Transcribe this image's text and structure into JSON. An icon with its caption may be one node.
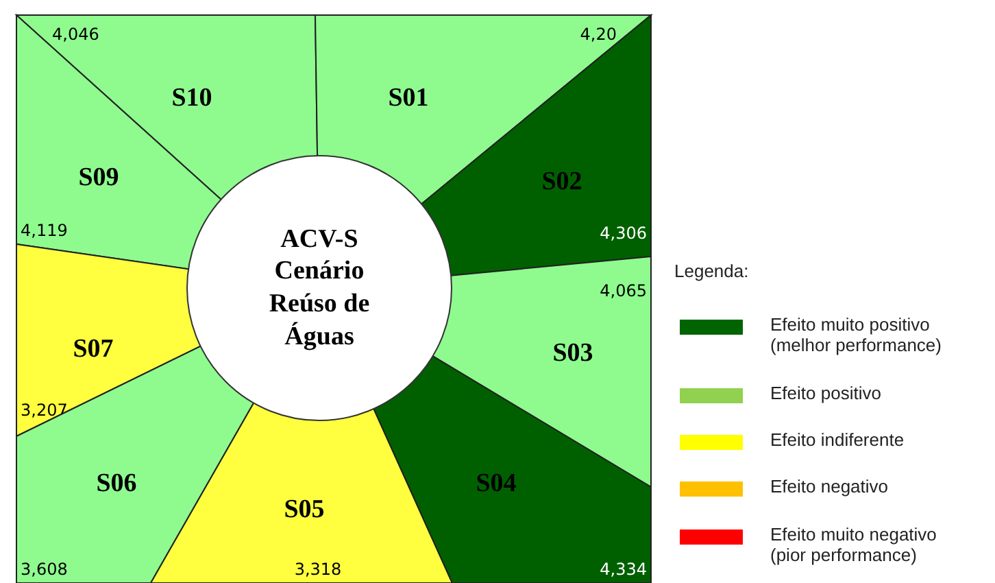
{
  "diagram": {
    "nodes": [
      {
        "text": [
          "S10",
          "4,046"
        ]
      },
      {
        "text": [
          "S01",
          "4,20"
        ]
      },
      {
        "text": [
          "S09",
          "4,119"
        ]
      },
      {
        "text": [
          "ACV-S Cenário Reúso de Águas"
        ]
      },
      {
        "text": [
          "S02",
          "4,306"
        ]
      },
      {
        "text": [
          "S03",
          "4,065"
        ]
      },
      {
        "text": [
          "S07",
          "3,207"
        ]
      },
      {
        "text": [
          "S06",
          "3,608"
        ]
      },
      {
        "text": [
          "S05",
          "3,318"
        ]
      },
      {
        "text": [
          "S04",
          "4,334"
        ]
      }
    ],
    "labels": [
      "Legenda:"
    ],
    "legend": [
      {
        "text": "Efeito muito positivo (melhor performance)",
        "color": "#006400"
      },
      {
        "text": "Efeito positivo",
        "color": "#92d050"
      },
      {
        "text": "Efeito indiferente",
        "color": "#ffff00"
      },
      {
        "text": "Efeito negativo",
        "color": "#ffc000"
      },
      {
        "text": "Efeito muito negativo (pior performance)",
        "color": "#ff0000"
      }
    ]
  }
}
